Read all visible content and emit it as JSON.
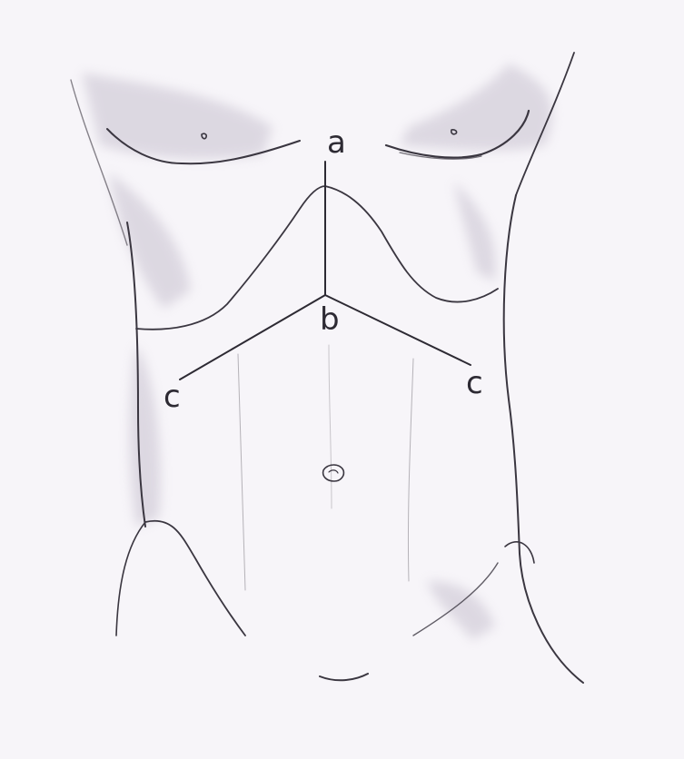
{
  "labels": {
    "a": "a",
    "b": "b",
    "c_left": "c",
    "c_right": "c"
  },
  "colors": {
    "paper": "#f7f5f9",
    "pencil": "#3a3640",
    "shading": "#bdb6c6"
  }
}
